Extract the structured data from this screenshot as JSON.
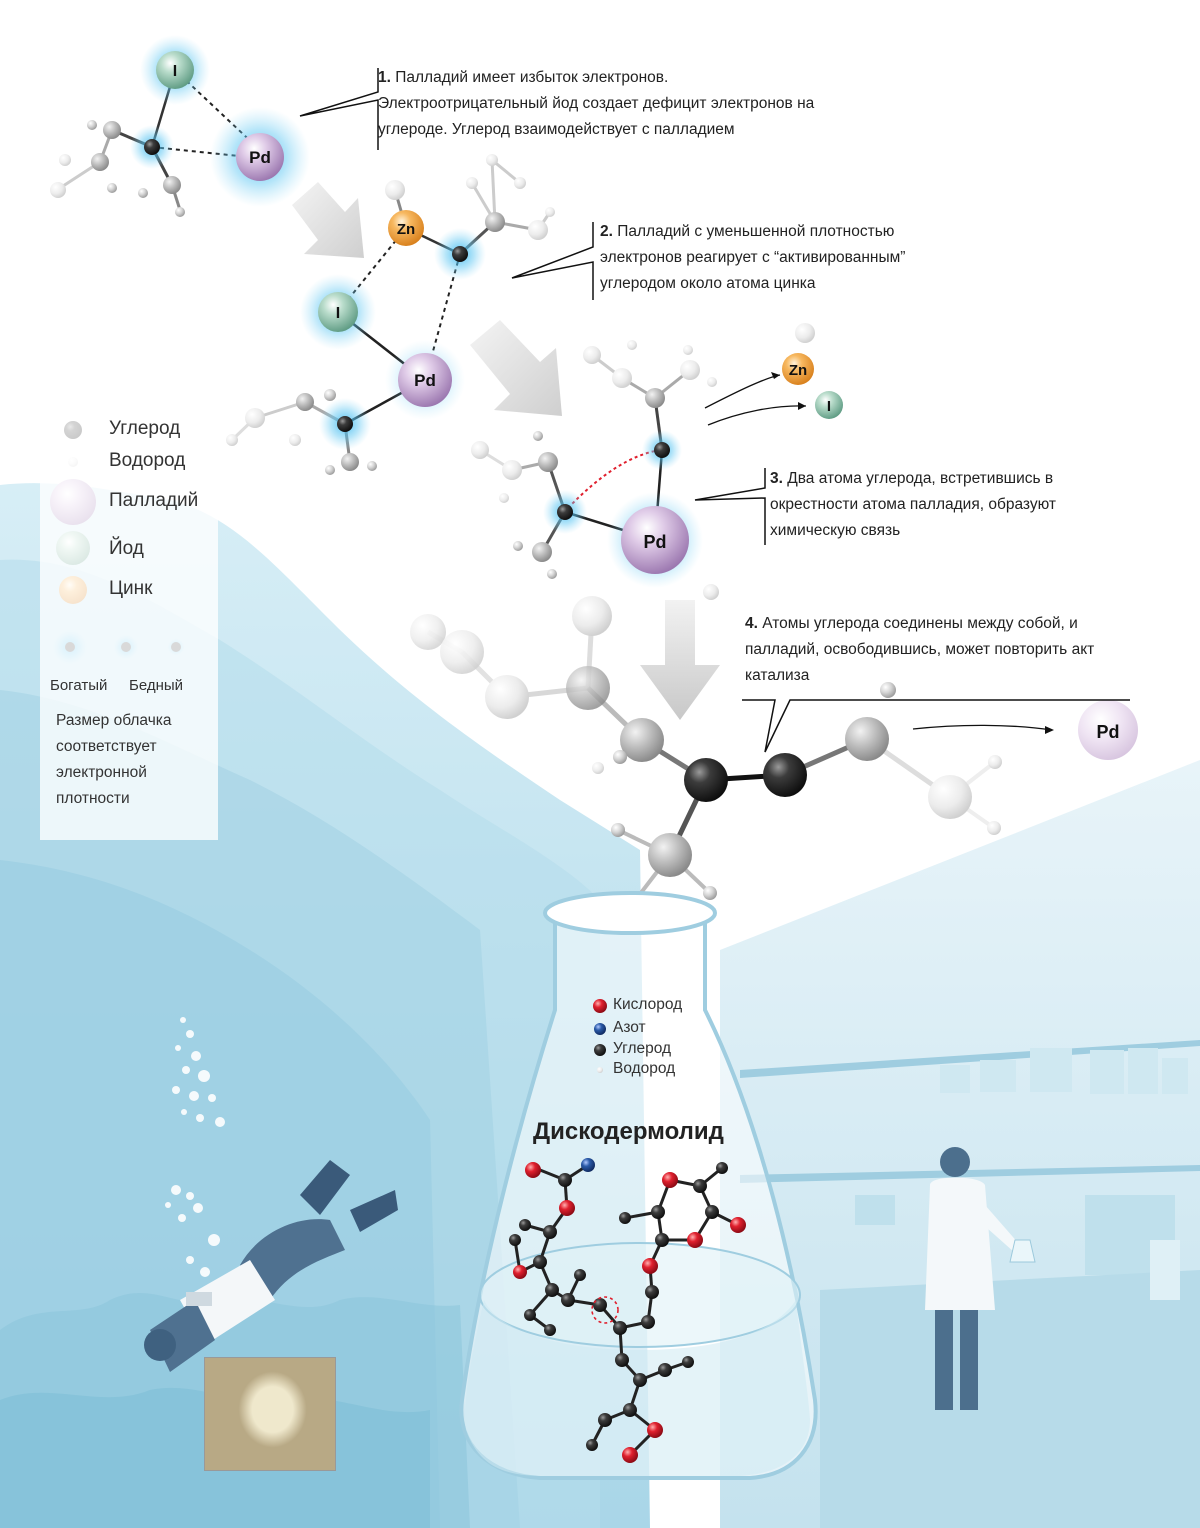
{
  "annotations": {
    "step1": {
      "num": "1.",
      "text": "Палладий имеет избыток электронов. Электроотрицательный йод создает дефицит электронов на углероде. Углерод взаимодействует с палладием"
    },
    "step2": {
      "num": "2.",
      "text": "Палладий с уменьшенной плотностью электронов реагирует с “активированным” углеродом около атома цинка"
    },
    "step3": {
      "num": "3.",
      "text": "Два атома углерода, встретившись в окрестности атома палладия, образуют химическую связь"
    },
    "step4": {
      "num": "4.",
      "text": "Атомы углерода соединены между собой, и палладий, освободившись, может повторить акт катализа"
    }
  },
  "atom_symbols": {
    "iodine": "I",
    "palladium": "Pd",
    "zinc": "Zn"
  },
  "legend": {
    "carbon": "Углерод",
    "hydrogen": "Водород",
    "palladium": "Палладий",
    "iodine": "Йод",
    "zinc": "Цинк",
    "rich": "Богатый",
    "poor": "Бедный",
    "note": "Размер облачка соответствует электронной плотности"
  },
  "flask": {
    "title": "Дискодермолид",
    "legend": {
      "oxygen": "Кислород",
      "nitrogen": "Азот",
      "carbon": "Углерод",
      "hydrogen": "Водород"
    }
  },
  "colors": {
    "palladium": "#b89ac7",
    "iodine": "#7fb8a0",
    "zinc": "#f0a040",
    "carbon": "#2a2a2a",
    "glow": "#36b6ee",
    "water": "#c7e6f1",
    "oxygen": "#d8202e",
    "nitrogen": "#2a5aa8"
  }
}
